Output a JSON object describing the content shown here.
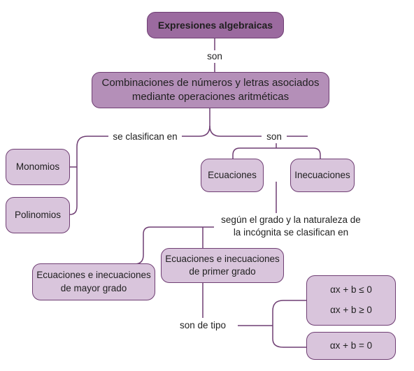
{
  "nodes": {
    "top": "Expresiones algebraicas",
    "definition": [
      "Combinaciones de números y letras asociados",
      "mediante operaciones aritméticas"
    ],
    "monomios": "Monomios",
    "polinomios": "Polinomios",
    "ecuaciones": "Ecuaciones",
    "inecuaciones": "Inecuaciones",
    "primer_grado": [
      "Ecuaciones e inecuaciones",
      "de primer grado"
    ],
    "mayor_grado": [
      "Ecuaciones e inecuaciones",
      "de mayor grado"
    ],
    "tipo_ineq_1": "αx + b ≤ 0",
    "tipo_ineq_2": "αx + b ≥ 0",
    "tipo_eq": "αx + b = 0"
  },
  "labels": {
    "son_1": "son",
    "se_clasifican": "se clasifican en",
    "son_2": "son",
    "segun": [
      "según el grado y la naturaleza de",
      "la incógnita se clasifican en"
    ],
    "son_de_tipo": "son de tipo"
  },
  "colors": {
    "border": "#6f3e73",
    "top_fill": "#9b6a9f",
    "definition_fill": "#b48fb8",
    "node_fill": "#d9c5dc"
  }
}
